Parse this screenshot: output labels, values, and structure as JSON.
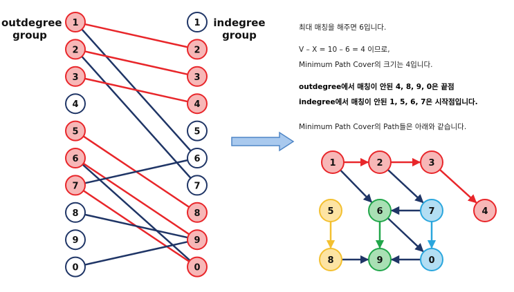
{
  "bipartite": {
    "left_title": "outdegree\ngroup",
    "right_title": "indegree\ngroup",
    "left_nodes": [
      {
        "label": "1",
        "style": "red"
      },
      {
        "label": "2",
        "style": "red"
      },
      {
        "label": "3",
        "style": "red"
      },
      {
        "label": "4",
        "style": "white"
      },
      {
        "label": "5",
        "style": "red"
      },
      {
        "label": "6",
        "style": "red"
      },
      {
        "label": "7",
        "style": "red"
      },
      {
        "label": "8",
        "style": "white"
      },
      {
        "label": "9",
        "style": "white"
      },
      {
        "label": "0",
        "style": "white"
      }
    ],
    "right_nodes": [
      {
        "label": "1",
        "style": "white"
      },
      {
        "label": "2",
        "style": "red"
      },
      {
        "label": "3",
        "style": "red"
      },
      {
        "label": "4",
        "style": "red"
      },
      {
        "label": "5",
        "style": "white"
      },
      {
        "label": "6",
        "style": "white"
      },
      {
        "label": "7",
        "style": "white"
      },
      {
        "label": "8",
        "style": "red"
      },
      {
        "label": "9",
        "style": "red"
      },
      {
        "label": "0",
        "style": "red"
      }
    ],
    "edges": [
      {
        "from": "1",
        "to": "2",
        "matched": true
      },
      {
        "from": "1",
        "to": "6",
        "matched": false
      },
      {
        "from": "2",
        "to": "3",
        "matched": true
      },
      {
        "from": "2",
        "to": "7",
        "matched": false
      },
      {
        "from": "3",
        "to": "4",
        "matched": true
      },
      {
        "from": "5",
        "to": "8",
        "matched": true
      },
      {
        "from": "6",
        "to": "9",
        "matched": true
      },
      {
        "from": "6",
        "to": "0",
        "matched": false
      },
      {
        "from": "7",
        "to": "6",
        "matched": false
      },
      {
        "from": "7",
        "to": "0",
        "matched": true
      },
      {
        "from": "8",
        "to": "9",
        "matched": false
      },
      {
        "from": "0",
        "to": "9",
        "matched": false
      }
    ]
  },
  "explanation": {
    "line1": "최대 매칭을 해주면 6입니다.",
    "line2": "V – X = 10 – 6 = 4 이므로,",
    "line3": "Minimum Path Cover의 크기는 4입니다.",
    "line4": "outdegree에서 매칭이 안된 4, 8, 9, 0은 끝점",
    "line5": "indegree에서 매칭이 안된 1, 5, 6, 7은 시작점입니다.",
    "line6": "Minimum Path Cover의 Path들은 아래와 같습니다."
  },
  "path_cover": {
    "nodes": [
      {
        "label": "1",
        "color": "red"
      },
      {
        "label": "2",
        "color": "red"
      },
      {
        "label": "3",
        "color": "red"
      },
      {
        "label": "4",
        "color": "red"
      },
      {
        "label": "5",
        "color": "yellow"
      },
      {
        "label": "8",
        "color": "yellow"
      },
      {
        "label": "6",
        "color": "green"
      },
      {
        "label": "9",
        "color": "green"
      },
      {
        "label": "7",
        "color": "blue"
      },
      {
        "label": "0",
        "color": "blue"
      }
    ],
    "edges": [
      {
        "from": "1",
        "to": "2",
        "color": "red"
      },
      {
        "from": "2",
        "to": "3",
        "color": "red"
      },
      {
        "from": "3",
        "to": "4",
        "color": "red"
      },
      {
        "from": "1",
        "to": "6",
        "color": "navy"
      },
      {
        "from": "2",
        "to": "7",
        "color": "navy"
      },
      {
        "from": "5",
        "to": "8",
        "color": "yellow"
      },
      {
        "from": "6",
        "to": "9",
        "color": "green"
      },
      {
        "from": "6",
        "to": "0",
        "color": "navy"
      },
      {
        "from": "7",
        "to": "6",
        "color": "navy"
      },
      {
        "from": "7",
        "to": "0",
        "color": "blue"
      },
      {
        "from": "8",
        "to": "9",
        "color": "navy"
      },
      {
        "from": "0",
        "to": "9",
        "color": "navy"
      }
    ]
  },
  "colors": {
    "red_fill": "#f7b7b7",
    "red_stroke": "#e8262a",
    "navy": "#1f3566",
    "yellow_fill": "#fde4a3",
    "yellow_stroke": "#f3c030",
    "green_fill": "#a9e0b4",
    "green_stroke": "#21a64a",
    "blue_fill": "#b3def3",
    "blue_stroke": "#2aa6dd",
    "arrow_fill": "#a9c9ee",
    "arrow_stroke": "#4f86c6"
  }
}
